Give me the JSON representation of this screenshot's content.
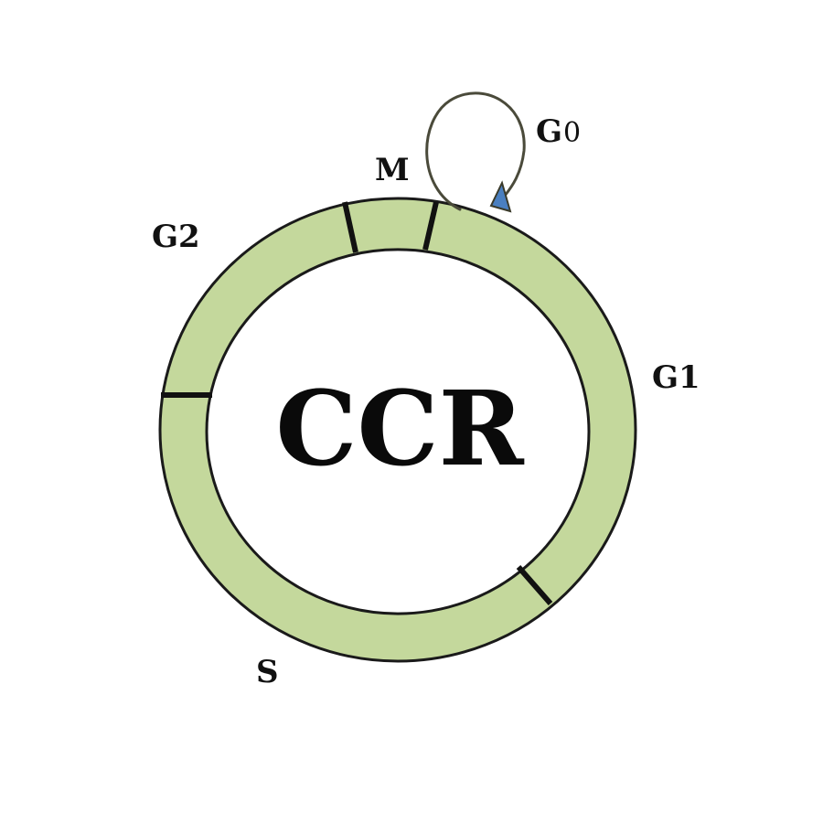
{
  "diagram": {
    "center_label": "CCR",
    "phases": {
      "m": "M",
      "g0_main": "G",
      "g0_sub": "0",
      "g1": "G1",
      "g2": "G2",
      "s": "S"
    },
    "colors": {
      "ring_fill": "#c4d89c",
      "ring_stroke": "#1a1a1a",
      "divider": "#111111",
      "loop_stroke": "#4a4a3a",
      "arrow_fill": "#4a7fc0"
    }
  }
}
